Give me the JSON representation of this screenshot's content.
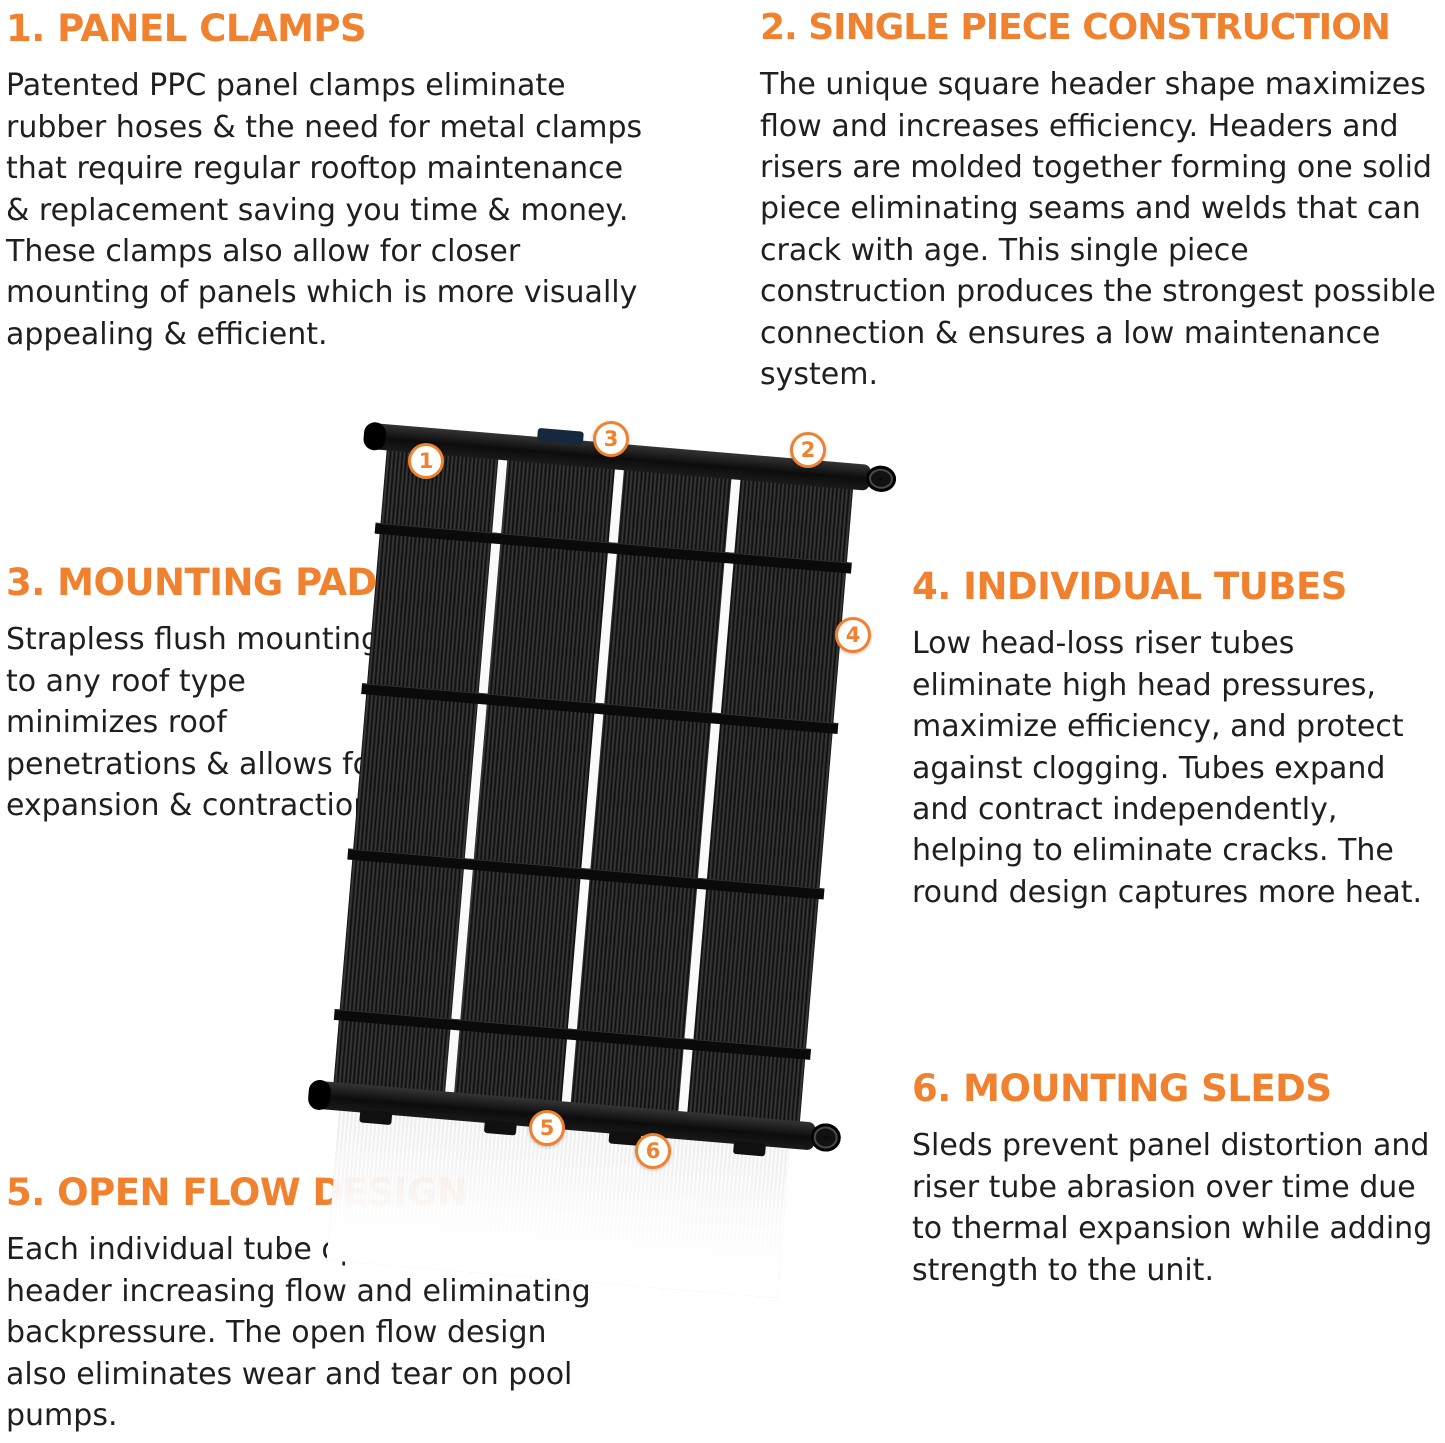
{
  "colors": {
    "accent": "#F0812F",
    "body_text": "#1F1F1F",
    "panel_black": "#111111"
  },
  "sections": {
    "panel_clamps": {
      "title": "1. PANEL CLAMPS",
      "body": "Patented PPC panel clamps eliminate rubber hoses & the need for metal clamps that require regular rooftop maintenance & replacement saving you time & money. These clamps also allow for closer mounting of panels which is more visually appealing & efficient."
    },
    "single_piece_construction": {
      "title": "2. SINGLE PIECE CONSTRUCTION",
      "body": "The unique square header shape maximizes flow and increases efficiency. Headers and risers are molded together forming one solid piece eliminating seams and welds that can crack with age. This single piece construction produces the strongest possible connection & ensures a low maintenance system."
    },
    "mounting_pad": {
      "title": "3. MOUNTING PAD",
      "body": "Strapless flush mounting to any roof type minimizes roof penetrations & allows for expansion & contraction."
    },
    "individual_tubes": {
      "title": "4. INDIVIDUAL TUBES",
      "body": "Low head-loss riser tubes eliminate high head pressures, maximize efficiency, and protect against clogging. Tubes expand and contract independently, helping to eliminate cracks. The round design captures more heat."
    },
    "open_flow_design": {
      "title": "5. OPEN FLOW DESIGN",
      "body": "Each individual tube opens into the header increasing flow and eliminating backpressure. The open flow design also eliminates wear and tear on pool pumps."
    },
    "mounting_sleds": {
      "title": "6. MOUNTING SLEDS",
      "body": "Sleds prevent panel distortion and riser tube abrasion over time due to thermal expansion while adding strength to the unit."
    }
  },
  "callouts": {
    "c1": "1",
    "c2": "2",
    "c3": "3",
    "c4": "4",
    "c5": "5",
    "c6": "6"
  }
}
